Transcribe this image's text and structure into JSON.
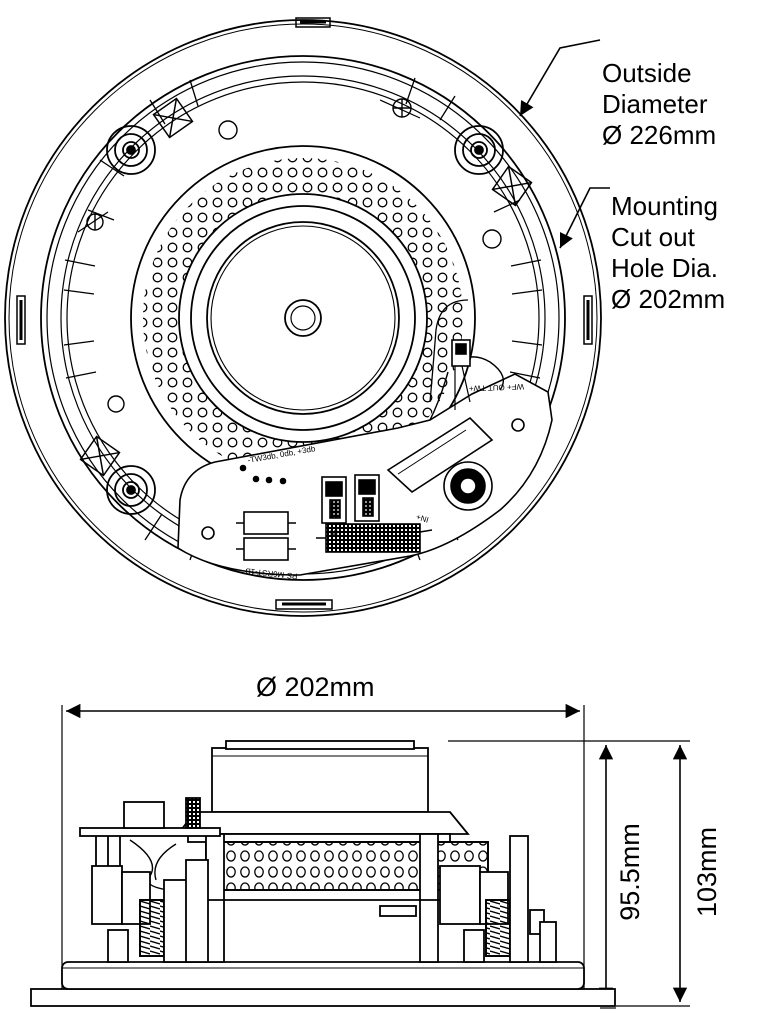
{
  "top_view": {
    "outside_label": [
      "Outside",
      "Diameter",
      "Ø 226mm"
    ],
    "cutout_label": [
      "Mounting",
      "Cut out",
      "Hole Dia.",
      "Ø 202mm"
    ],
    "pcb_model": "PS-M6RST-1B",
    "pcb_left_markings": "-TW3db, 0db, +3db",
    "pcb_in_minus": "IN-",
    "pcb_in_plus": "IN+",
    "pcb_out_markings": "WF+ OUT TW+"
  },
  "side_view": {
    "width_label": "Ø 202mm",
    "depth_label": "95.5mm",
    "height_label": "103mm"
  }
}
